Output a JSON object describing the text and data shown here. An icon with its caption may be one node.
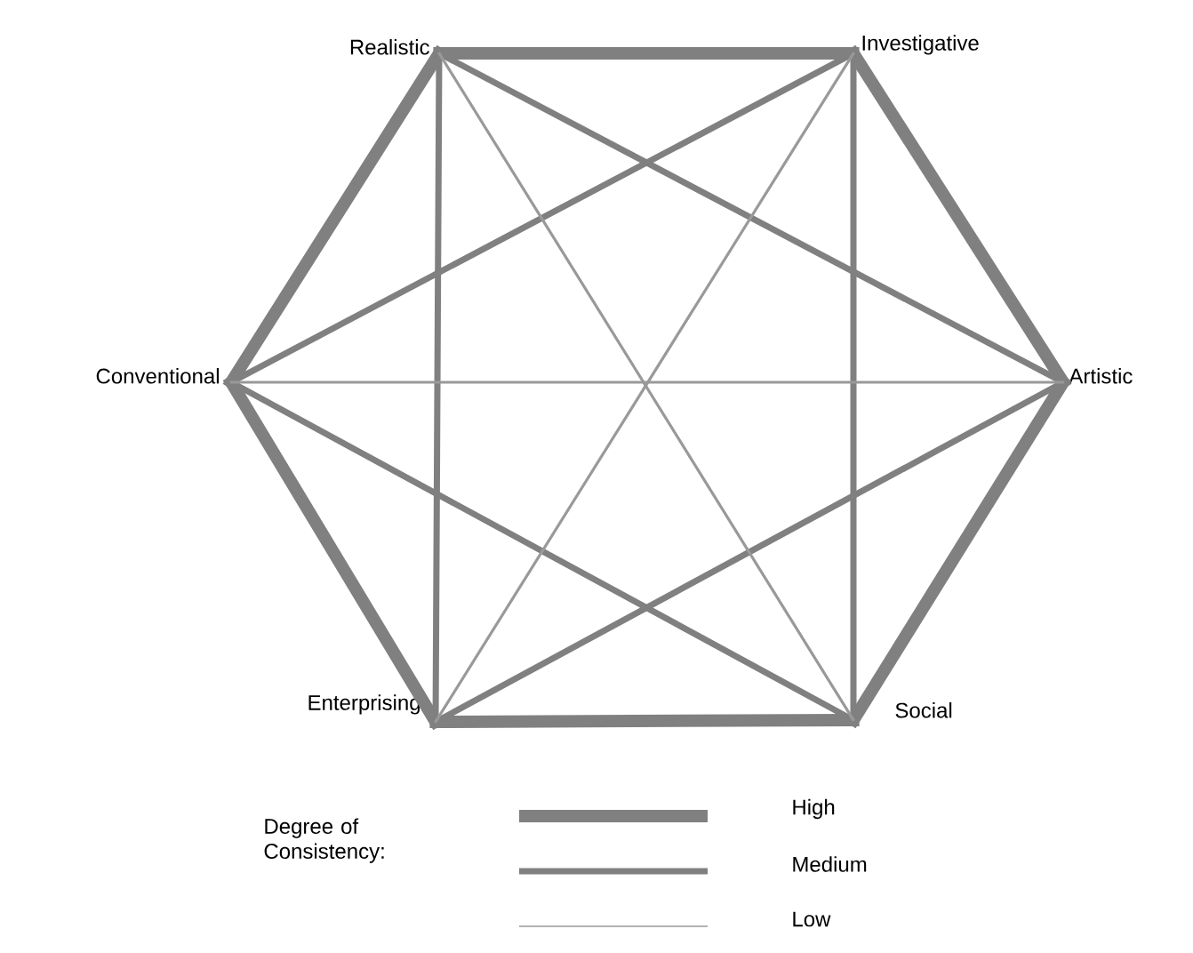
{
  "diagram": {
    "nodes": [
      {
        "text": [
          "Realistic"
        ]
      },
      {
        "text": [
          "Investigative"
        ]
      },
      {
        "text": [
          "Artistic"
        ]
      },
      {
        "text": [
          "Social"
        ]
      },
      {
        "text": [
          "Enterprising"
        ]
      },
      {
        "text": [
          "Conventional"
        ]
      }
    ],
    "edges": [
      {
        "from": 0,
        "to": 1,
        "arrow": "none",
        "style": "thick"
      },
      {
        "from": 1,
        "to": 2,
        "arrow": "none",
        "style": "thick"
      },
      {
        "from": 2,
        "to": 3,
        "arrow": "none",
        "style": "thick"
      },
      {
        "from": 3,
        "to": 4,
        "arrow": "none",
        "style": "thick"
      },
      {
        "from": 4,
        "to": 5,
        "arrow": "none",
        "style": "thick"
      },
      {
        "from": 5,
        "to": 0,
        "arrow": "none",
        "style": "thick"
      },
      {
        "from": 0,
        "to": 2,
        "arrow": "none"
      },
      {
        "from": 0,
        "to": 4,
        "arrow": "none"
      },
      {
        "from": 1,
        "to": 5,
        "arrow": "none"
      },
      {
        "from": 1,
        "to": 3,
        "arrow": "none"
      },
      {
        "from": 2,
        "to": 4,
        "arrow": "none"
      },
      {
        "from": 5,
        "to": 3,
        "arrow": "none"
      },
      {
        "from": 0,
        "to": 3,
        "arrow": "none",
        "color": "#999999"
      },
      {
        "from": 1,
        "to": 4,
        "arrow": "none",
        "color": "#999999"
      },
      {
        "from": 5,
        "to": 2,
        "arrow": "none",
        "color": "#999999"
      }
    ],
    "labels": [
      "Degree of Consistency:"
    ],
    "legend": [
      {
        "text": "High"
      },
      {
        "text": "Medium"
      },
      {
        "text": "Low"
      }
    ]
  }
}
